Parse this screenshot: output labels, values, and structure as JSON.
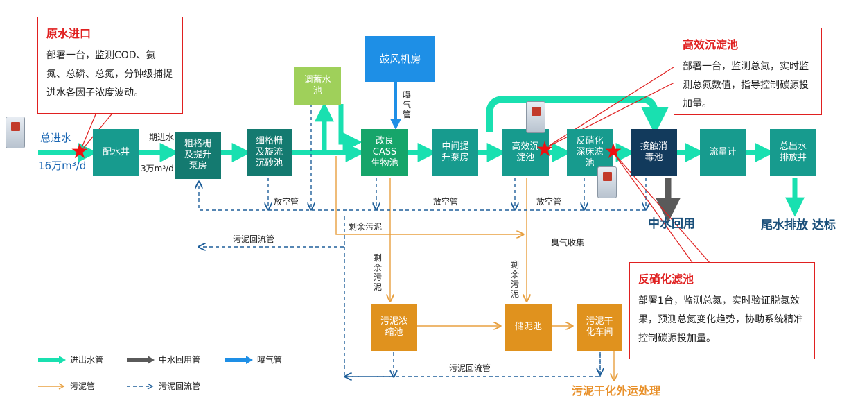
{
  "inlet": {
    "title": "总进水",
    "flow": "16万m³/d"
  },
  "phase": {
    "label": "一期进水",
    "flow": "3万m³/d"
  },
  "boxes": {
    "peishui": "配水井",
    "cugeshan": "粗格栅\n及提升\n泵房",
    "xigeshan": "细格栅\n及旋流\n沉砂池",
    "tiaoxu": "调蓄水\n池",
    "gufeng": "鼓风机房",
    "cass": "改良\nCASS\n生物池",
    "zhongjian": "中间提\n升泵房",
    "gaoxiao": "高效沉\n淀池",
    "fanxiaohua": "反硝化\n深床滤\n池",
    "jiechu": "接触消\n毒池",
    "liuliang": "流量计",
    "zongchu": "总出水\n排放井",
    "wunilnong": "污泥浓\n缩池",
    "chuni": "储泥池",
    "wuniganhua": "污泥干\n化车间"
  },
  "labels": {
    "puqi": "曝气管",
    "fangkong1": "放空管",
    "fangkong2": "放空管",
    "fangkong3": "放空管",
    "shengyu": "剩余污泥",
    "shengyu_v1": "剩余污泥",
    "shengyu_v2": "剩余污泥",
    "huiliu1": "污泥回流管",
    "huiliu2": "污泥回流管",
    "chouqi": "臭气收集",
    "zhongshui": "中水回用",
    "weishui": "尾水排放\n达标",
    "ganhua_out": "污泥干化外运处理"
  },
  "callouts": [
    {
      "title": "原水进口",
      "desc": "部署一台，监测COD、氨氮、总磷、总氮，分钟级捕捉进水各因子浓度波动。"
    },
    {
      "title": "高效沉淀池",
      "desc": "部署一台，监测总氮，实时监测总氮数值，指导控制碳源投加量。"
    },
    {
      "title": "反硝化滤池",
      "desc": "部署1台，监测总氮，实时验证脱氮效果，预测总氮变化趋势，协助系统精准控制碳源投加量。"
    }
  ],
  "legend": {
    "water": "进出水管",
    "reuse": "中水回用管",
    "air": "曝气管",
    "sludge": "污泥管",
    "return": "污泥回流管"
  },
  "colors": {
    "water_pipe": "#19e0b0",
    "reuse_pipe": "#5a5a5a",
    "air_pipe": "#1e8fe6",
    "sludge_pipe": "#e8a040",
    "return_pipe": "#1f5f9a",
    "marker": "#ee1111"
  }
}
